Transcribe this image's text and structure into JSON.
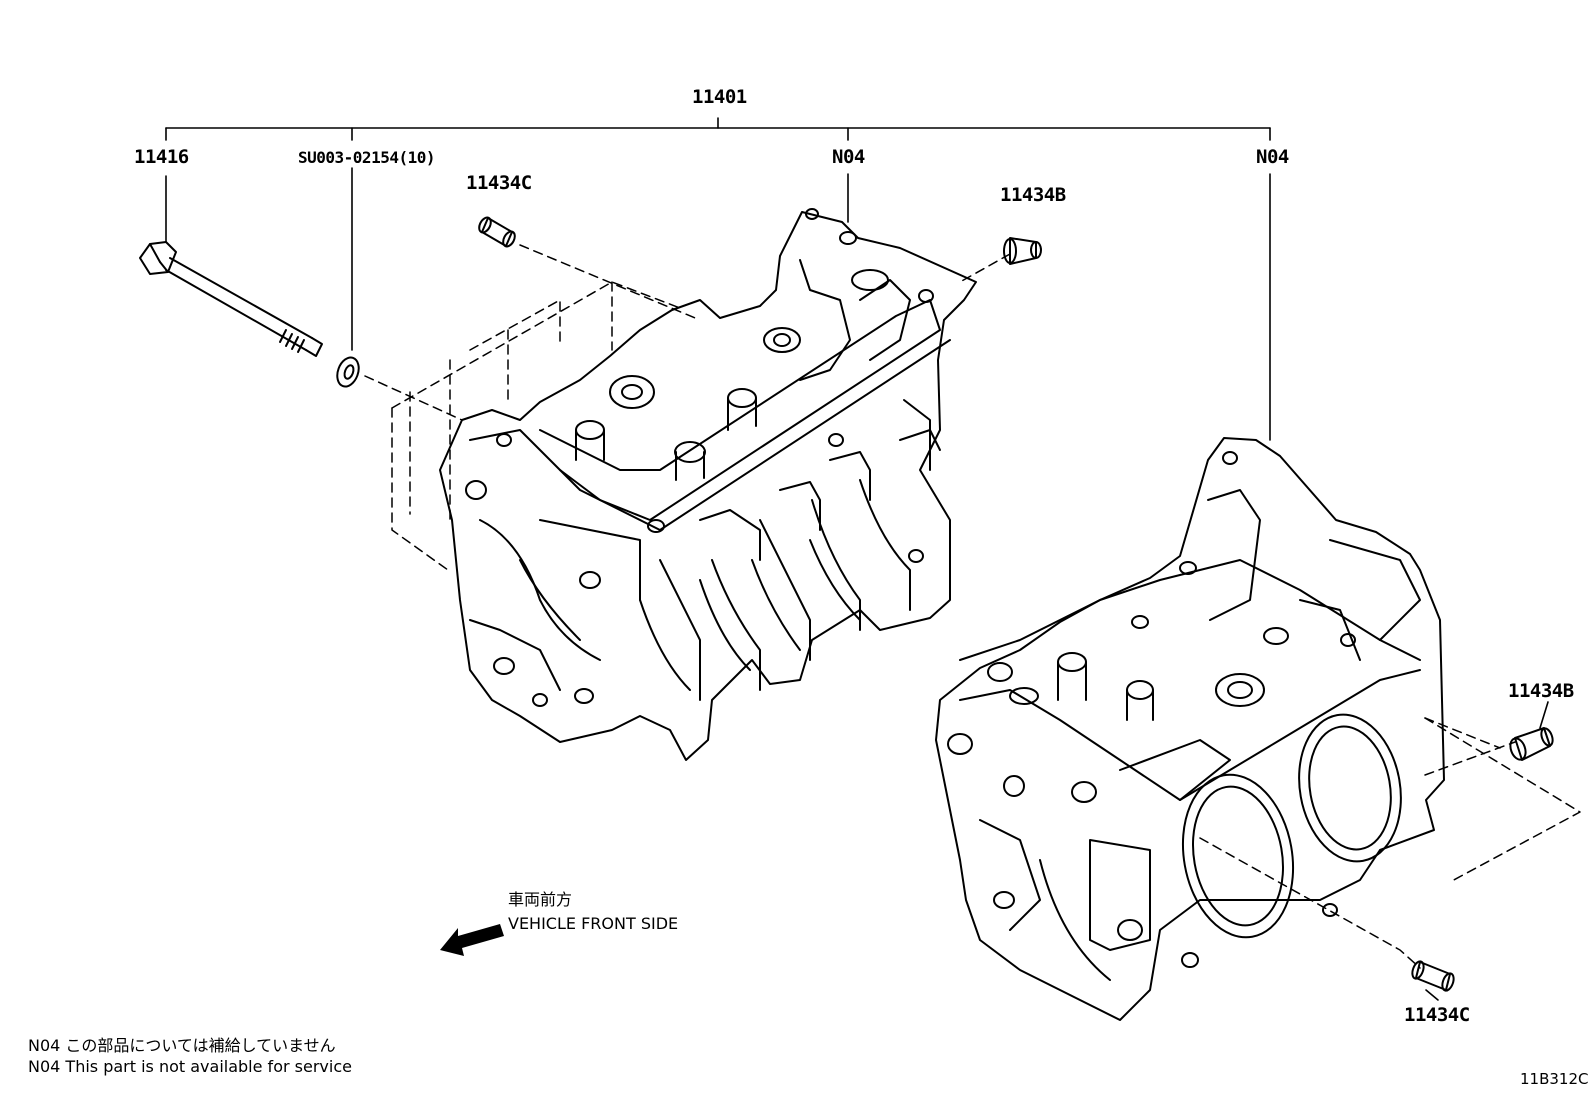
{
  "callouts": {
    "assembly": "11401",
    "bolt": "11416",
    "washer": "SU003-02154(10)",
    "n04_upper": "N04",
    "n04_right": "N04",
    "pin_c_top": "11434C",
    "pin_b_top": "11434B",
    "pin_b_right": "11434B",
    "pin_c_bottom": "11434C"
  },
  "direction": {
    "label_jp": "車両前方",
    "label_en": "VEHICLE FRONT SIDE"
  },
  "notes": [
    "N04 この部品については補給していません",
    "N04 This part is not available for service"
  ],
  "diagram_code": "11B312C"
}
